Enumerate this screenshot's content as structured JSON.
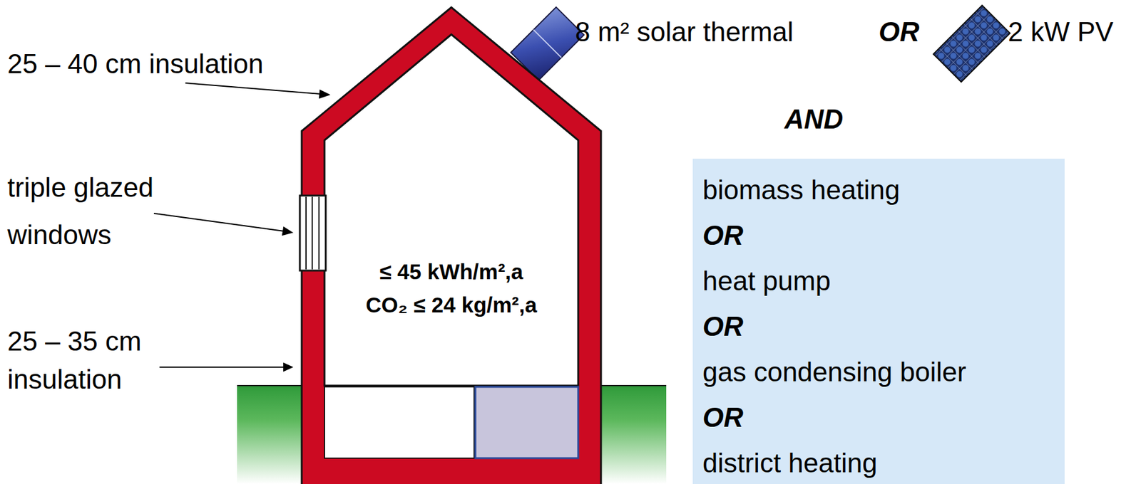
{
  "diagram": {
    "nodes": [
      {
        "text": [
          "≤ 45 kWh/m²,a",
          "CO₂ ≤ 24 kg/m²,a"
        ]
      },
      {
        "text": [
          "biomass heating",
          "OR",
          "heat pump",
          "OR",
          "gas condensing boiler",
          "OR",
          "district heating"
        ]
      }
    ],
    "labels": [
      "25 – 40 cm insulation",
      "triple glazed windows",
      "25 – 35 cm insulation",
      "8 m² solar thermal",
      "OR",
      "2 kW PV",
      "AND"
    ]
  }
}
